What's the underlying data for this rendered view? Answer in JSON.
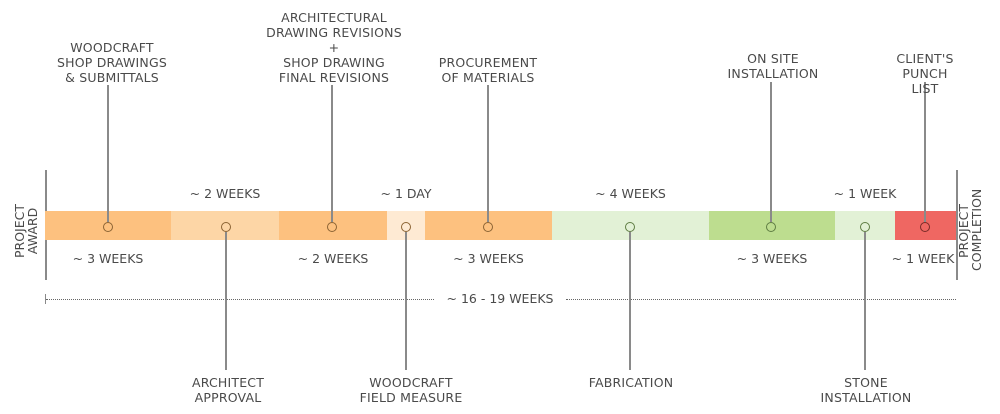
{
  "start_label": "PROJECT\nAWARD",
  "end_label": "PROJECT\nCOMPLETION",
  "total_duration": "~ 16 - 19 WEEKS",
  "colors": {
    "orange": "#fdc17f",
    "light_orange": "#fdd6a6",
    "pale_orange": "#feead3",
    "pale_green": "#e2f1d6",
    "green": "#bddd8f",
    "red": "#ef6762"
  },
  "segments": [
    {
      "name": "WOODCRAFT\nSHOP DRAWINGS\n& SUBMITTALS",
      "duration": "~ 3 WEEKS",
      "color": "#fdc17f",
      "position": "top"
    },
    {
      "name": "ARCHITECT\nAPPROVAL",
      "duration": "~ 2 WEEKS",
      "color": "#fdd6a6",
      "position": "bottom"
    },
    {
      "name": "ARCHITECTURAL\nDRAWING REVISIONS\n+\nSHOP DRAWING\nFINAL REVISIONS",
      "duration": "~ 2 WEEKS",
      "color": "#fdc17f",
      "position": "top"
    },
    {
      "name": "WOODCRAFT\nFIELD MEASURE",
      "duration": "~ 1 DAY",
      "color": "#feead3",
      "position": "bottom"
    },
    {
      "name": "PROCUREMENT\nOF MATERIALS",
      "duration": "~ 3 WEEKS",
      "color": "#fdc17f",
      "position": "top"
    },
    {
      "name": "FABRICATION",
      "duration": "~ 4 WEEKS",
      "color": "#e2f1d6",
      "position": "bottom"
    },
    {
      "name": "ON SITE\nINSTALLATION",
      "duration": "~ 3 WEEKS",
      "color": "#bddd8f",
      "position": "top"
    },
    {
      "name": "STONE\nINSTALLATION",
      "duration": "~ 1 WEEK",
      "color": "#e2f1d6",
      "position": "bottom"
    },
    {
      "name": "CLIENT'S\nPUNCH LIST",
      "duration": "~ 1 WEEK",
      "color": "#ef6762",
      "position": "top"
    }
  ]
}
